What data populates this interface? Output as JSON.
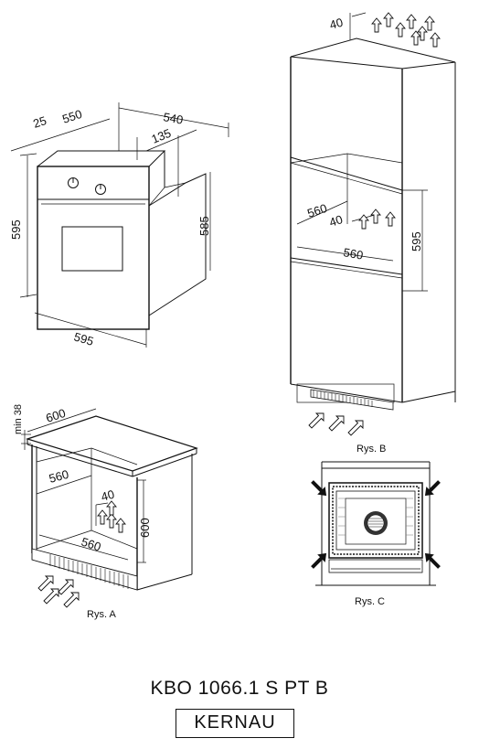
{
  "oven_diagram": {
    "dim_25": "25",
    "dim_550": "550",
    "dim_540": "540",
    "dim_135": "135",
    "dim_595_height": "595",
    "dim_585": "585",
    "dim_595_width": "595"
  },
  "figure_a": {
    "dim_min38": "min 38",
    "dim_600_width": "600",
    "dim_560_depth": "560",
    "dim_40": "40",
    "dim_600_height": "600",
    "dim_560_width": "560",
    "caption": "Rys. A"
  },
  "figure_b": {
    "dim_40_top": "40",
    "dim_560_depth": "560",
    "dim_40": "40",
    "dim_560_width": "560",
    "dim_595": "595",
    "caption": "Rys. B"
  },
  "figure_c": {
    "caption": "Rys. C"
  },
  "footer": {
    "model": "KBO 1066.1 S PT B",
    "brand": "KERNAU"
  },
  "icons": [
    "airflow-arrow-icon",
    "fan-icon"
  ]
}
